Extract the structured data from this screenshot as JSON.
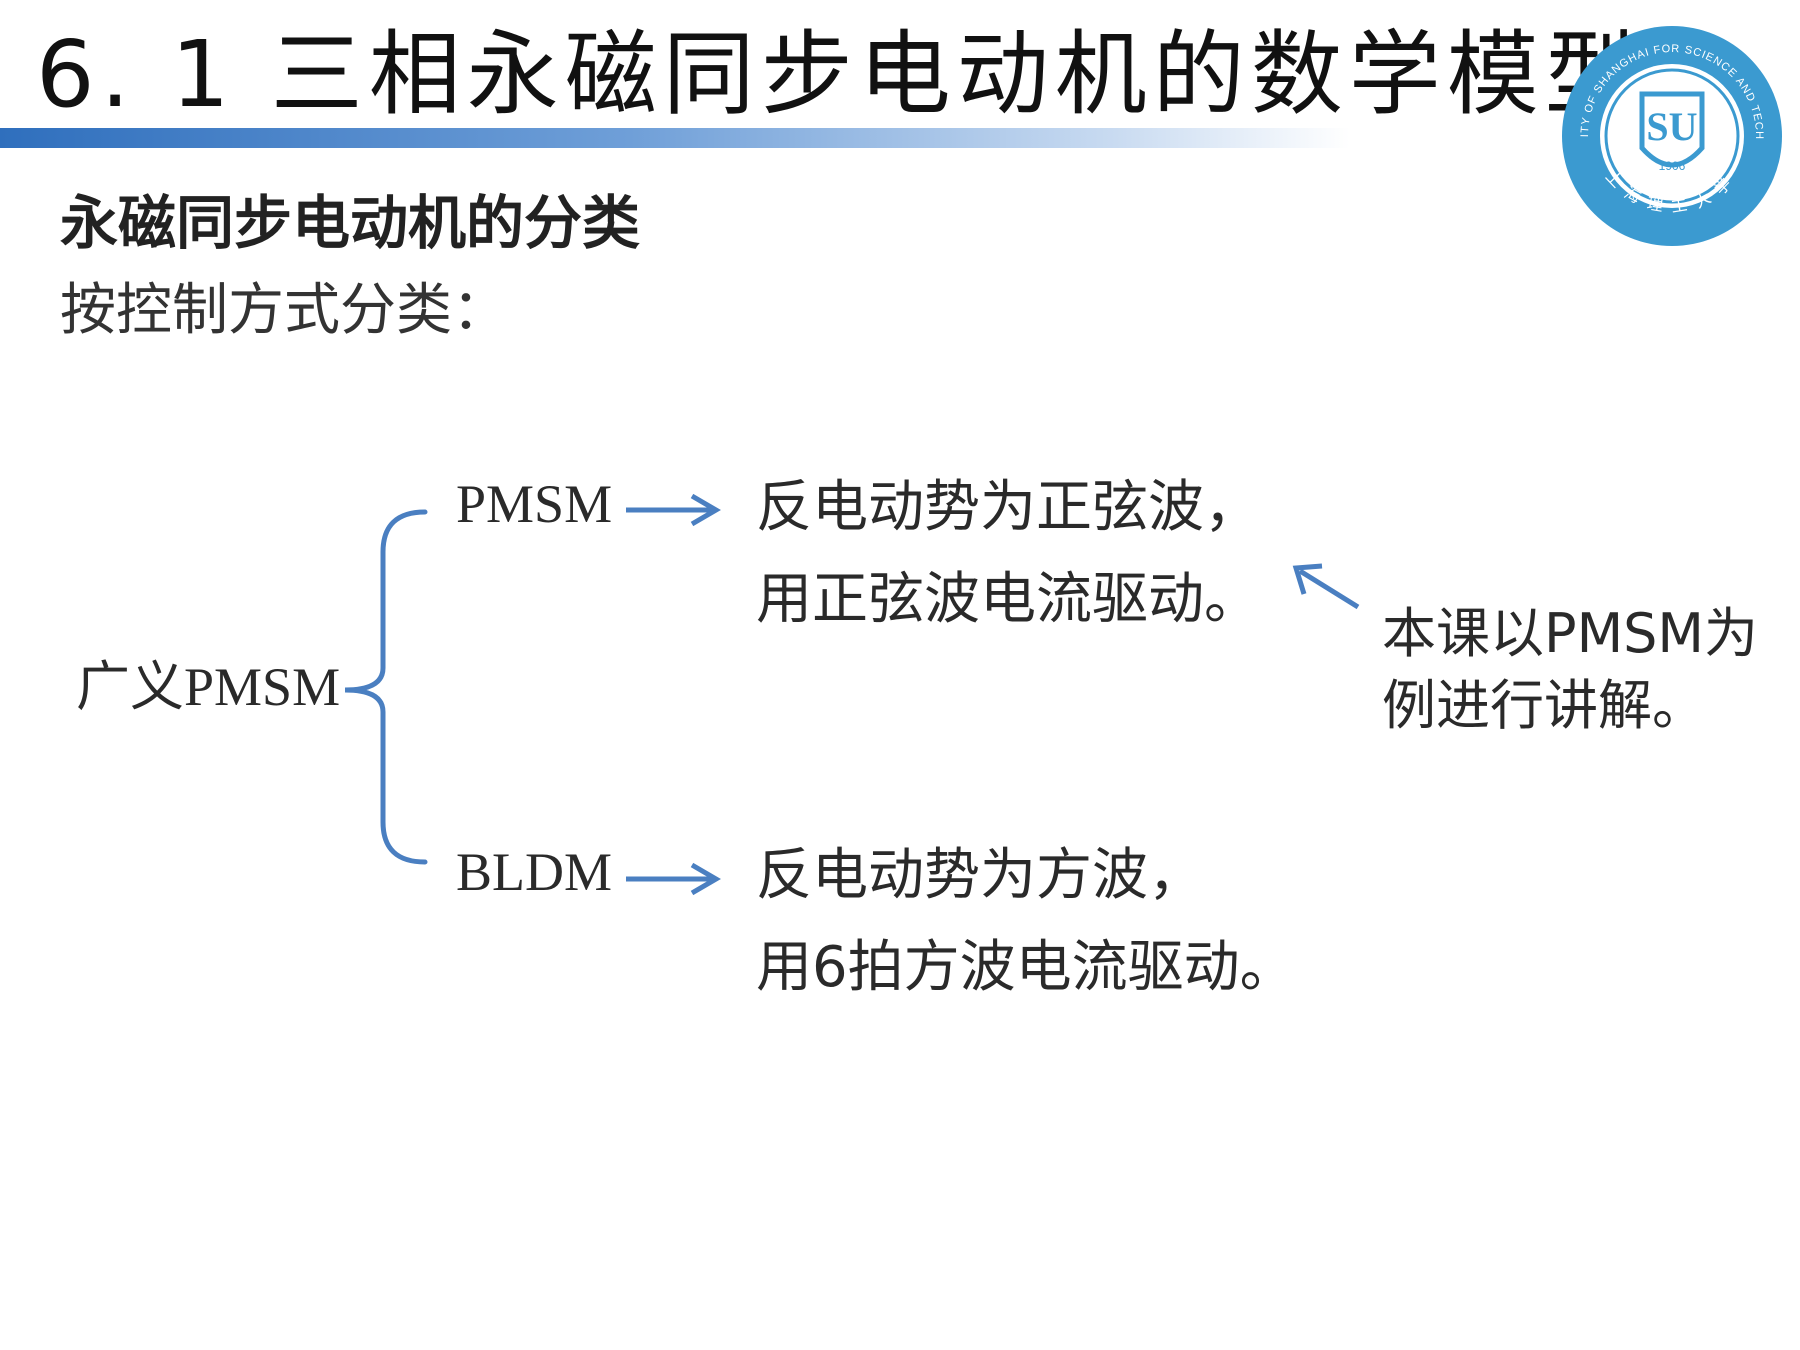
{
  "slide": {
    "title": "6. 1  三相永磁同步电动机的数学模型",
    "heading": "永磁同步电动机的分类",
    "subheading": "按控制方式分类："
  },
  "diagram": {
    "root_label": "广义PMSM",
    "branches": [
      {
        "label": "PMSM",
        "desc_line1": "反电动势为正弦波，",
        "desc_line2": "用正弦波电流驱动。"
      },
      {
        "label": "BLDM",
        "desc_line1": "反电动势为方波，",
        "desc_line2": "用6拍方波电流驱动。"
      }
    ],
    "note_line1": "本课以PMSM为",
    "note_line2": "例进行讲解。"
  },
  "logo": {
    "center_text": "SU",
    "year": "1906",
    "ring_text_top": "UNIVERSITY OF SHANGHAI FOR SCIENCE AND TECHNOLOGY",
    "ring_text_bottom": "上海理工大学"
  },
  "colors": {
    "accent_blue": "#4a7fc1",
    "logo_blue": "#3b9ad0",
    "title_bar": "#2f6fbd"
  }
}
